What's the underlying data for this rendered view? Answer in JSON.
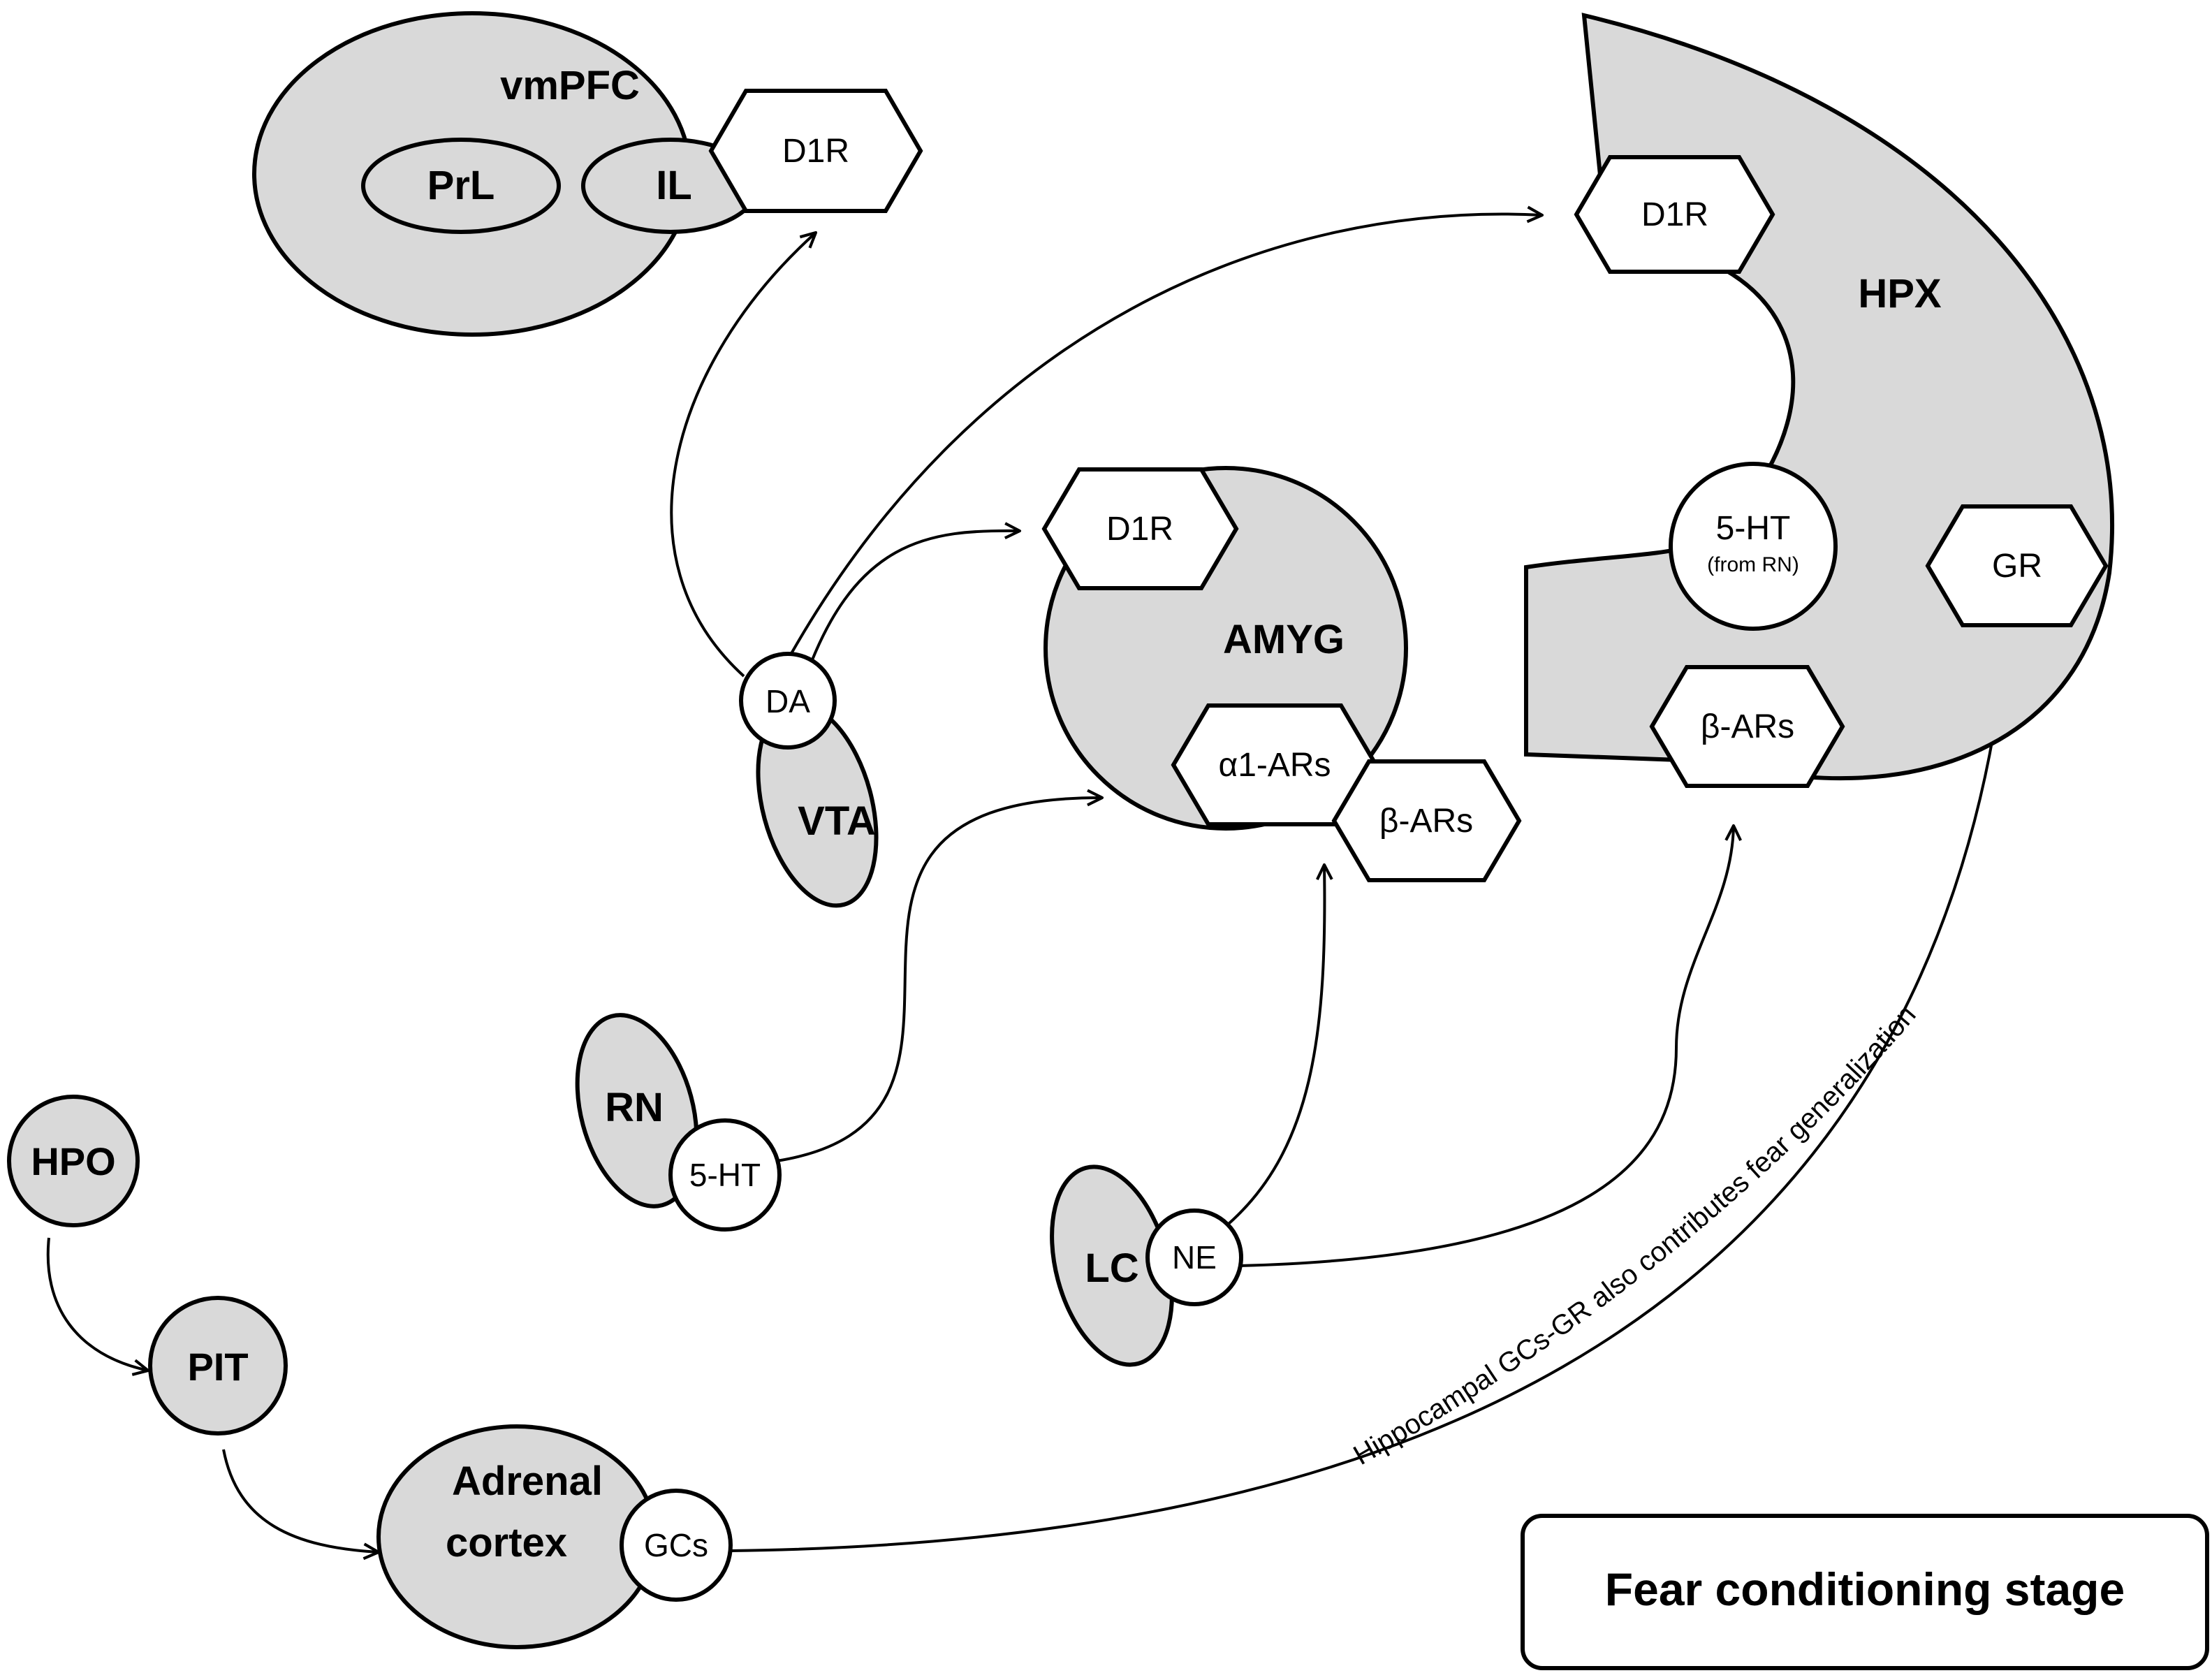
{
  "regions": {
    "vmpfc": "vmPFC",
    "prl": "PrL",
    "il": "IL",
    "vta": "VTA",
    "rn": "RN",
    "lc": "LC",
    "hpo": "HPO",
    "pit": "PIT",
    "adrenal_line1": "Adrenal",
    "adrenal_line2": "cortex",
    "amyg": "AMYG",
    "hpx": "HPX"
  },
  "transmitters": {
    "da": "DA",
    "rn_5ht": "5-HT",
    "ne": "NE",
    "gcs": "GCs",
    "hpx_5ht": "5-HT",
    "hpx_5ht_source": "(from RN)"
  },
  "receptors": {
    "vmpfc_d1r": "D1R",
    "amyg_d1r": "D1R",
    "amyg_alpha1": "α1-ARs",
    "amyg_beta": "β-ARs",
    "hpx_d1r": "D1R",
    "hpx_gr": "GR",
    "hpx_beta": "β-ARs"
  },
  "annotation": "Hippocampal GCs-GR also contributes fear generalization",
  "stage_label": "Fear conditioning stage"
}
